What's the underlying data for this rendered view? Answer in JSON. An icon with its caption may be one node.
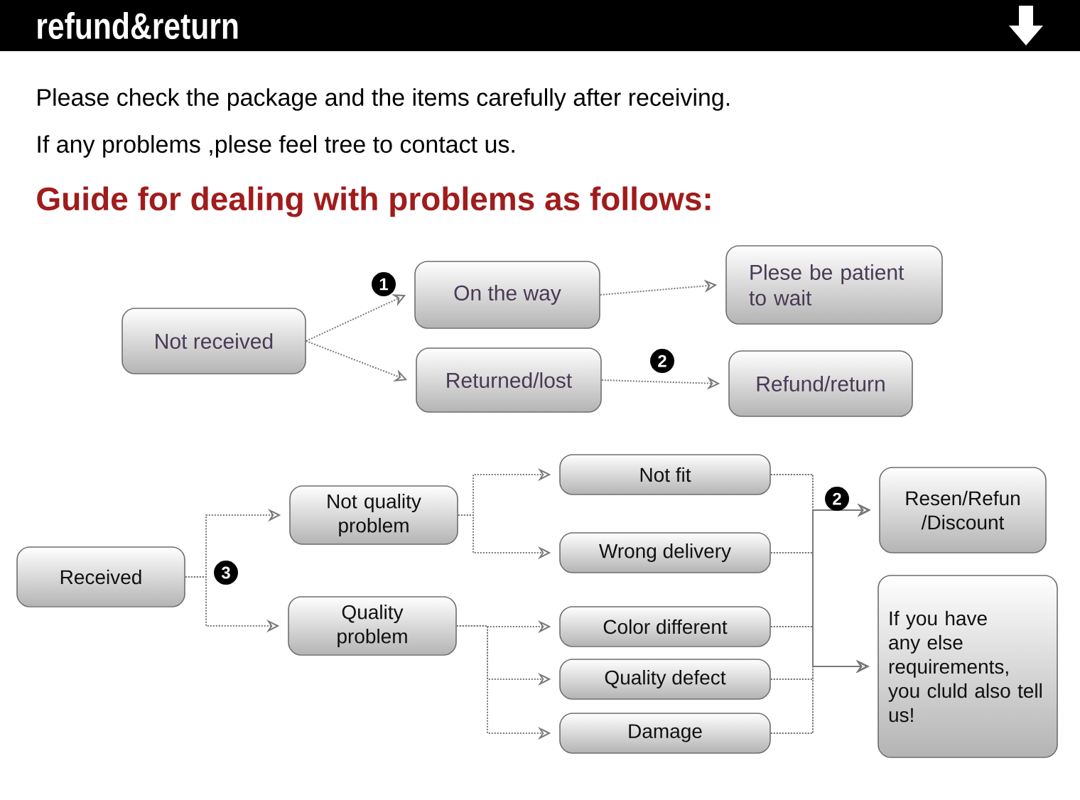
{
  "diagram": {
    "title": "refund&return",
    "nodes": [
      {
        "text": [
          "Not received"
        ]
      },
      {
        "text": [
          "On the way"
        ]
      },
      {
        "text": [
          "Plese be patient to wait"
        ]
      },
      {
        "text": [
          "Returned/lost"
        ]
      },
      {
        "text": [
          "Refund/return"
        ]
      },
      {
        "text": [
          "Received"
        ]
      },
      {
        "text": [
          "Not quality problem"
        ]
      },
      {
        "text": [
          "Quality problem"
        ]
      },
      {
        "text": [
          "Not fit"
        ]
      },
      {
        "text": [
          "Wrong delivery"
        ]
      },
      {
        "text": [
          "Color different"
        ]
      },
      {
        "text": [
          "Quality defect"
        ]
      },
      {
        "text": [
          "Damage"
        ]
      },
      {
        "text": [
          "Resen/Refun /Discount"
        ]
      },
      {
        "text": [
          "If you have any else requirements, you cluld also tell us!"
        ]
      }
    ],
    "edges": [
      {
        "from": 0,
        "to": 1,
        "arrow": "to"
      },
      {
        "from": 0,
        "to": 3,
        "arrow": "to"
      },
      {
        "from": 1,
        "to": 2,
        "arrow": "to"
      },
      {
        "from": 3,
        "to": 4,
        "arrow": "to"
      },
      {
        "from": 5,
        "to": 6,
        "arrow": "to"
      },
      {
        "from": 5,
        "to": 7,
        "arrow": "to"
      },
      {
        "from": 6,
        "to": 8,
        "arrow": "to"
      },
      {
        "from": 6,
        "to": 9,
        "arrow": "to"
      },
      {
        "from": 7,
        "to": 10,
        "arrow": "to"
      },
      {
        "from": 7,
        "to": 11,
        "arrow": "to"
      },
      {
        "from": 7,
        "to": 12,
        "arrow": "to"
      },
      {
        "from": 8,
        "to": 13,
        "arrow": "to"
      },
      {
        "from": 9,
        "to": 13,
        "arrow": "to"
      },
      {
        "from": 10,
        "to": 13,
        "arrow": "to"
      },
      {
        "from": 11,
        "to": 13,
        "arrow": "to"
      },
      {
        "from": 12,
        "to": 13,
        "arrow": "to"
      },
      {
        "from": 8,
        "to": 14,
        "arrow": "to"
      },
      {
        "from": 9,
        "to": 14,
        "arrow": "to"
      },
      {
        "from": 10,
        "to": 14,
        "arrow": "to"
      },
      {
        "from": 11,
        "to": 14,
        "arrow": "to"
      },
      {
        "from": 12,
        "to": 14,
        "arrow": "to"
      }
    ],
    "labels": [
      "Please check the package and the items carefully after receiving.",
      "If any problems ,plese feel tree to contact us.",
      "Guide for dealing with problems as follows:",
      "1",
      "2",
      "2",
      "3"
    ]
  }
}
